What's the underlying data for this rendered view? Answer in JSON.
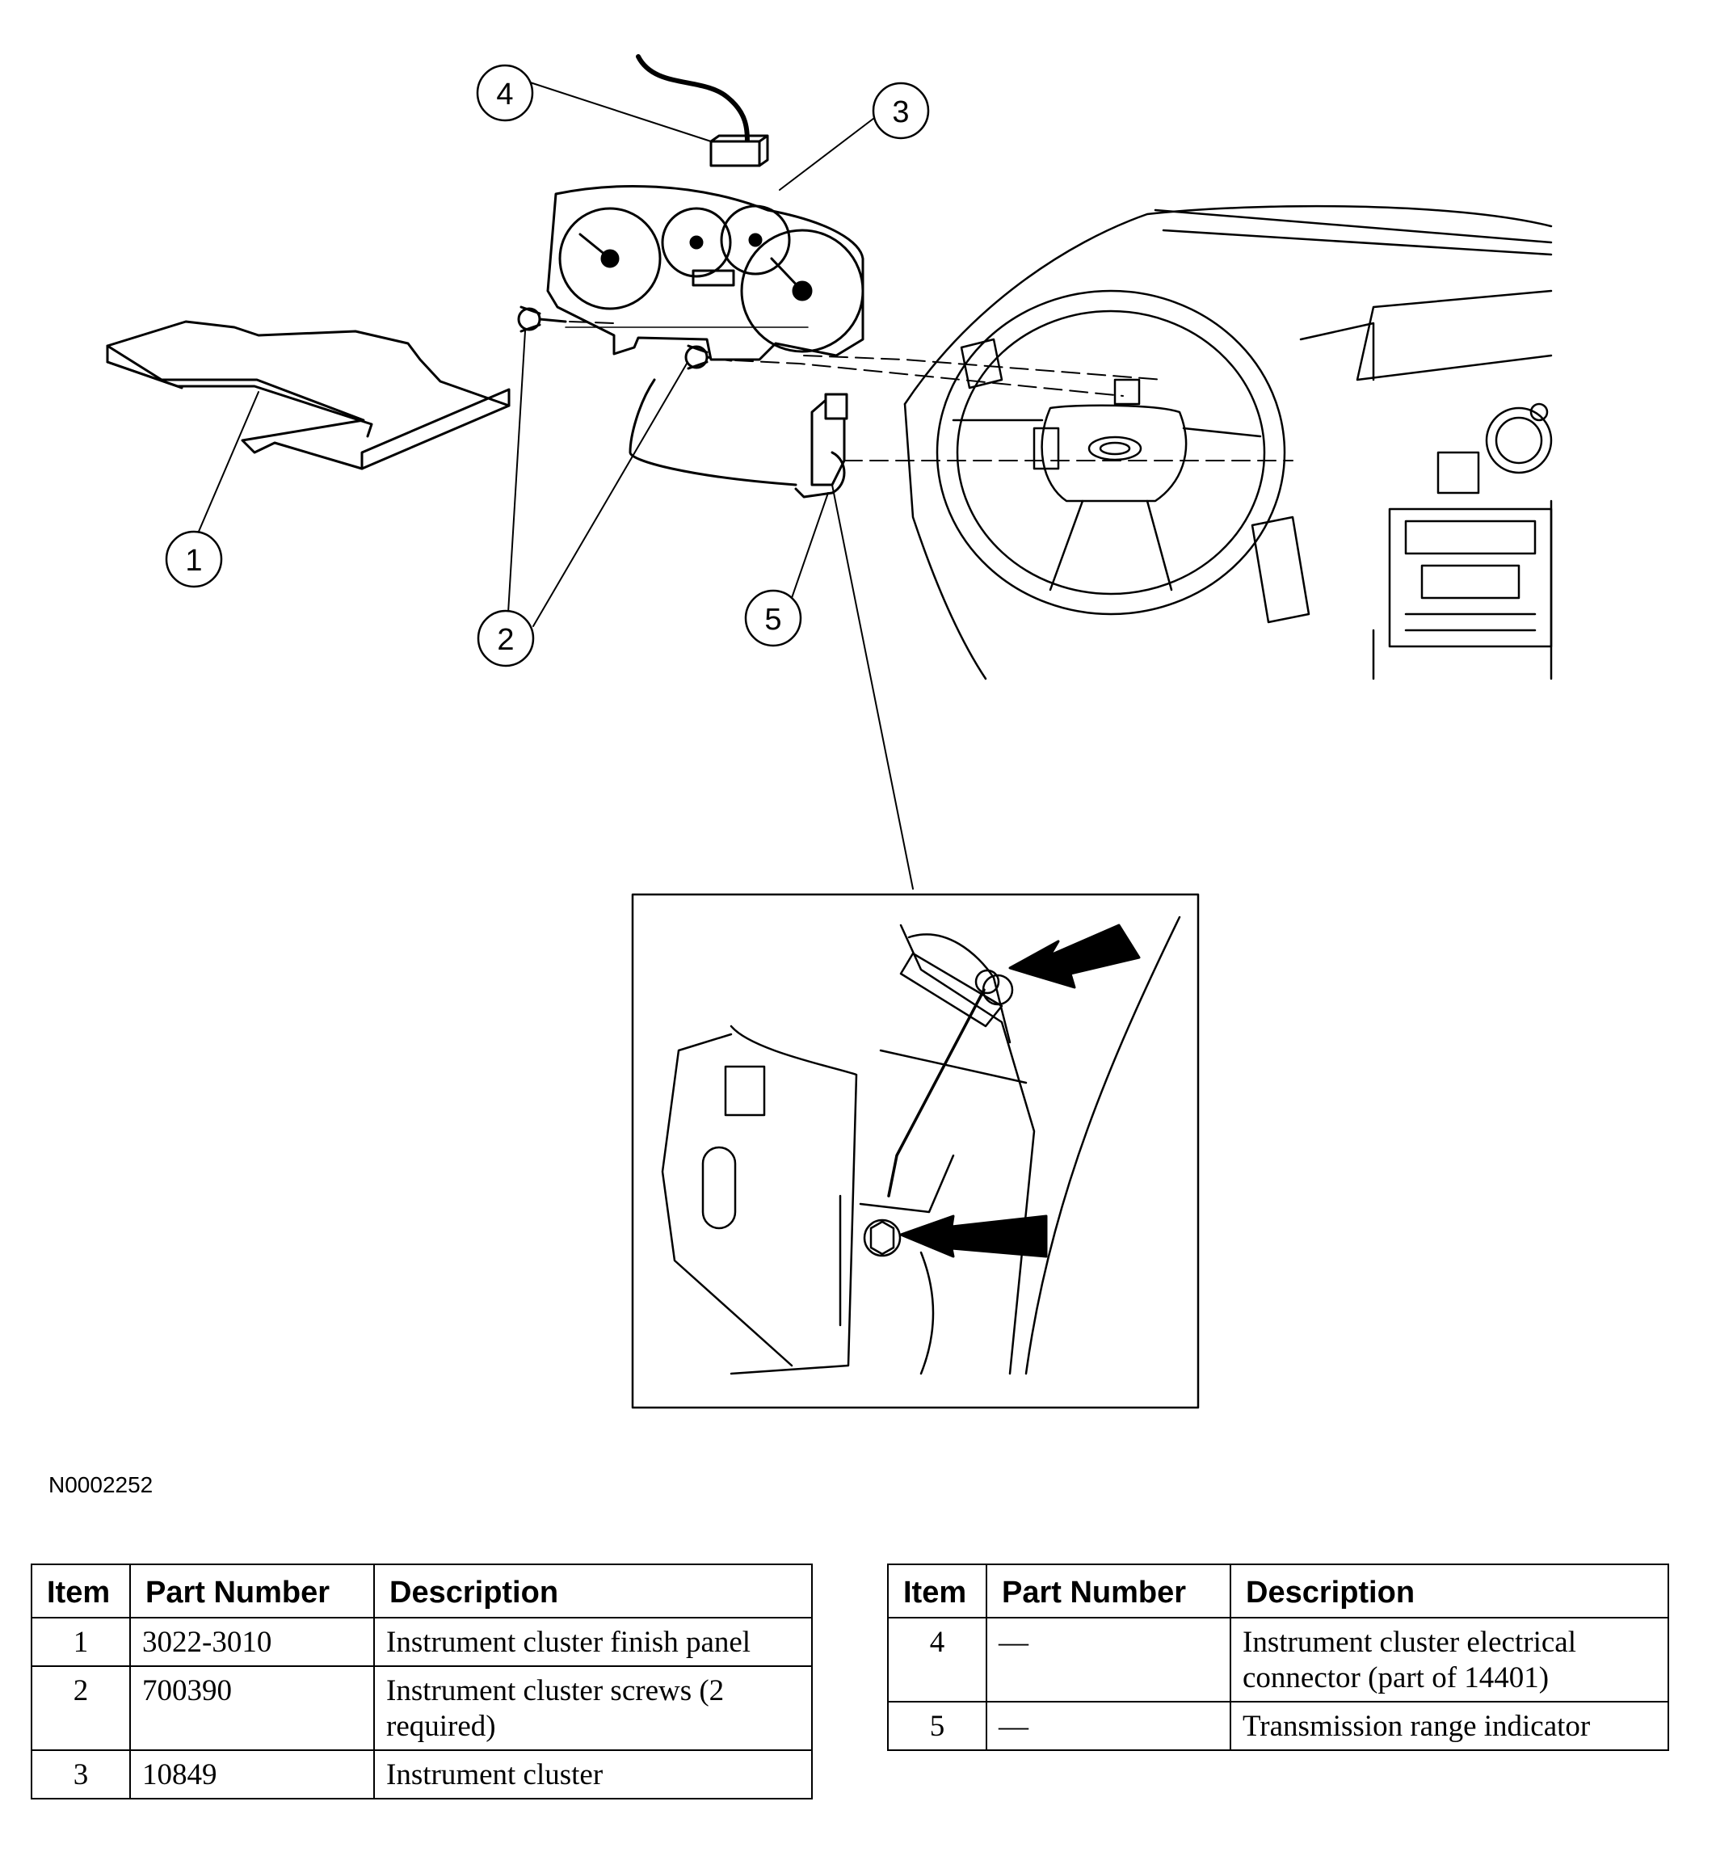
{
  "figure": {
    "callouts": [
      "1",
      "2",
      "3",
      "4",
      "5"
    ],
    "figure_id": "N0002252"
  },
  "parts_table": {
    "headers": [
      "Item",
      "Part Number",
      "Description"
    ],
    "left_rows": [
      {
        "item": "1",
        "part_number": "3022-3010",
        "description": "Instrument cluster finish panel"
      },
      {
        "item": "2",
        "part_number": "700390",
        "description": "Instrument cluster screws (2 required)"
      },
      {
        "item": "3",
        "part_number": "10849",
        "description": "Instrument cluster"
      }
    ],
    "right_rows": [
      {
        "item": "4",
        "part_number": "—",
        "description": "Instrument cluster electrical connector (part of 14401)"
      },
      {
        "item": "5",
        "part_number": "—",
        "description": "Transmission range indicator"
      }
    ]
  }
}
